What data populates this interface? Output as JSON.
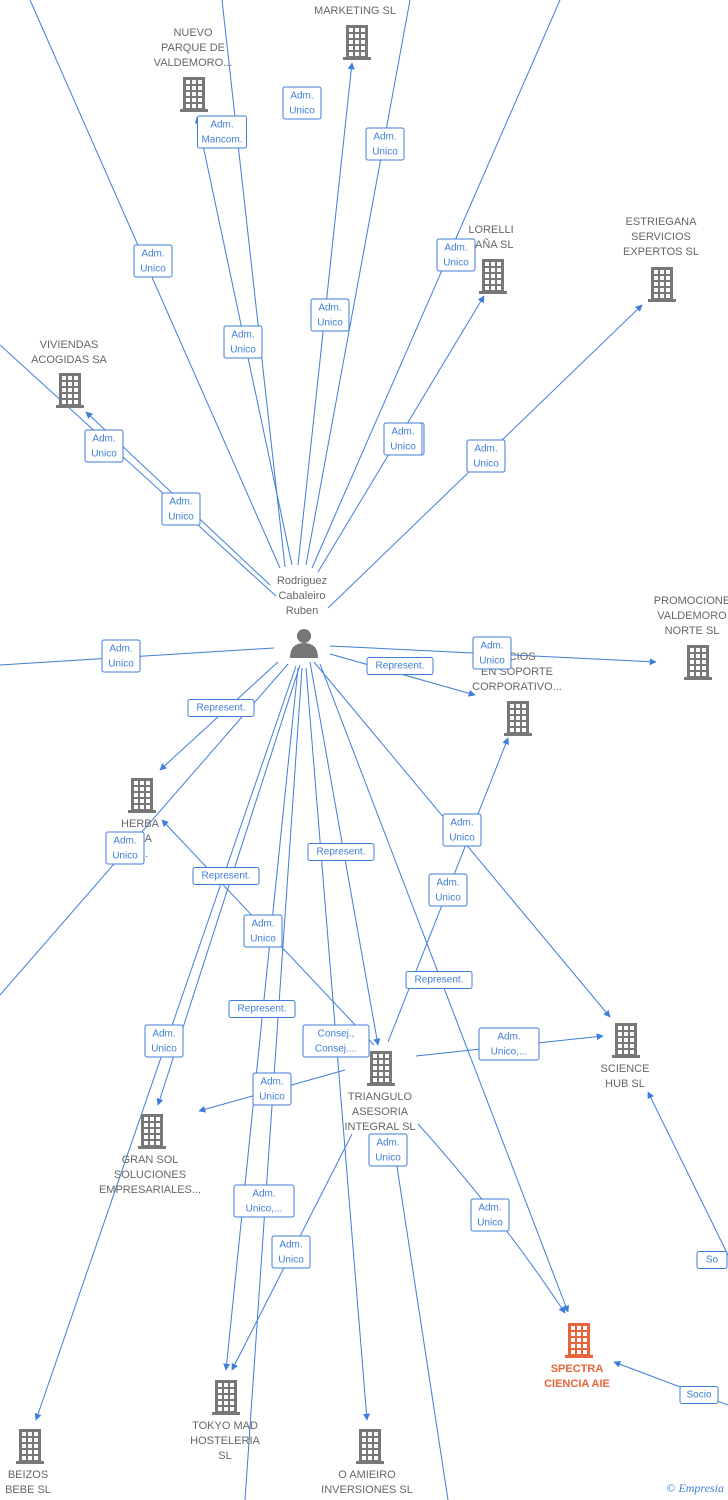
{
  "colors": {
    "edge": "#3f7ed8",
    "company": "#777777",
    "focus": "#e8643a",
    "person": "#777777",
    "label": "#666666"
  },
  "credit": {
    "symbol": "©",
    "brand": "Empresia"
  },
  "nodes": [
    {
      "id": "marketing",
      "kind": "company",
      "lines": [
        "MARKETING SL"
      ]
    },
    {
      "id": "nuevo",
      "kind": "company",
      "lines": [
        "NUEVO",
        "PARQUE DE",
        "VALDEMORO..."
      ]
    },
    {
      "id": "lorelli",
      "kind": "company",
      "lines": [
        "LORELLI",
        "PAÑA SL"
      ]
    },
    {
      "id": "estriegana",
      "kind": "company",
      "lines": [
        "ESTRIEGANA",
        "SERVICIOS",
        "EXPERTOS SL"
      ]
    },
    {
      "id": "viviendas",
      "kind": "company",
      "lines": [
        "VIVIENDAS",
        "ACOGIDAS SA"
      ]
    },
    {
      "id": "person",
      "kind": "person",
      "lines": [
        "Rodriguez",
        "Cabaleiro",
        "Ruben"
      ]
    },
    {
      "id": "promociones",
      "kind": "company",
      "lines": [
        "PROMOCIONE",
        "VALDEMORO",
        "NORTE SL"
      ]
    },
    {
      "id": "servicios",
      "kind": "company",
      "lines": [
        "VICIOS",
        "EN SOPORTE",
        "CORPORATIVO..."
      ]
    },
    {
      "id": "herba",
      "kind": "company",
      "lines": [
        "HERBA",
        "ORA",
        "A..."
      ]
    },
    {
      "id": "science",
      "kind": "company",
      "lines": [
        "SCIENCE",
        "HUB SL"
      ]
    },
    {
      "id": "triangulo",
      "kind": "company",
      "lines": [
        "TRIANGULO",
        "ASESORIA",
        "INTEGRAL SL"
      ]
    },
    {
      "id": "gransol",
      "kind": "company",
      "lines": [
        "GRAN SOL",
        "SOLUCIONES",
        "EMPRESARIALES..."
      ]
    },
    {
      "id": "spectra",
      "kind": "focus",
      "lines": [
        "SPECTRA",
        "CIENCIA AIE"
      ]
    },
    {
      "id": "tokyo",
      "kind": "company",
      "lines": [
        "TOKYO MAD",
        "HOSTELERIA",
        "SL"
      ]
    },
    {
      "id": "beizos",
      "kind": "company",
      "lines": [
        "BEIZOS",
        "BEBE SL"
      ]
    },
    {
      "id": "amieiro",
      "kind": "company",
      "lines": [
        "O AMIEIRO",
        "INVERSIONES SL"
      ]
    }
  ],
  "edge_labels": [
    [
      "Adm.",
      "Unico"
    ],
    [
      "Adm.",
      "Mancom."
    ],
    [
      "Adm.",
      "Unico"
    ],
    [
      "Adm.",
      "Unico"
    ],
    [
      "Adm.",
      "Unico"
    ],
    [
      "Adm.",
      "Unico"
    ],
    [
      "Adm.",
      "Unico"
    ],
    [
      "Adm.",
      "Unico"
    ],
    [
      "Adm.",
      "Unico"
    ],
    [
      "Adm.",
      "Unico"
    ],
    [
      "Adm.",
      "Unico"
    ],
    [
      "Adm.",
      "Unico"
    ],
    [
      "Adm.",
      "Unico"
    ],
    [
      "Represent."
    ],
    [
      "Represent."
    ],
    [
      "Adm.",
      "Unico"
    ],
    [
      "Represent."
    ],
    [
      "Adm.",
      "Unico"
    ],
    [
      "Adm.",
      "Unico"
    ],
    [
      "Represent."
    ],
    [
      "Adm.",
      "Unico"
    ],
    [
      "Represent."
    ],
    [
      "Represent."
    ],
    [
      "Adm.",
      "Unico"
    ],
    [
      "Consej.,",
      "Consej...."
    ],
    [
      "Adm.",
      "Unico,..."
    ],
    [
      "Adm.",
      "Unico"
    ],
    [
      "Adm.",
      "Unico"
    ],
    [
      "Adm.",
      "Unico,..."
    ],
    [
      "Adm.",
      "Unico"
    ],
    [
      "Adm.",
      "Unico"
    ],
    [
      "Adm.",
      "Unico"
    ],
    [
      "Socio"
    ],
    [
      "So"
    ]
  ]
}
